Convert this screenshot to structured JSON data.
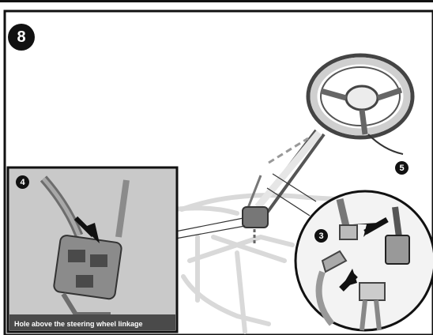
{
  "step": {
    "number": "8"
  },
  "markers": {
    "m3": "3",
    "m4": "4",
    "m5": "5"
  },
  "inset": {
    "caption": "Hole above the steering wheel linkage"
  },
  "colors": {
    "ink": "#111111",
    "illustration": "#d8d8d8",
    "inset_bg": "#c8c8c8",
    "caption_bg": "#4a4a4a"
  },
  "icons": {
    "push_arrow": "arrow-icon"
  }
}
